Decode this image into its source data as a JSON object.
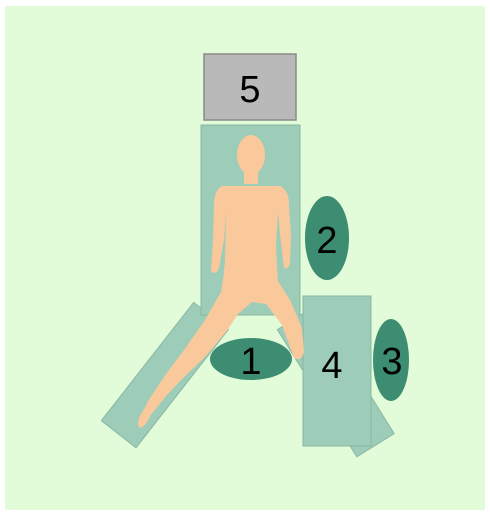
{
  "colors": {
    "page_border": "#ffffff",
    "background": "#e2fbd9",
    "table": "#9dccb8",
    "table_edge": "#88b8a4",
    "marker_fill": "#3d8d72",
    "head_box_fill": "#b9b9b9",
    "head_box_edge": "#8b8b8b",
    "body_fill": "#f9c99c",
    "label_text": "#000000"
  },
  "labels": {
    "head": "5",
    "side": "2",
    "lower": "1",
    "board": "4",
    "board_side": "3"
  }
}
